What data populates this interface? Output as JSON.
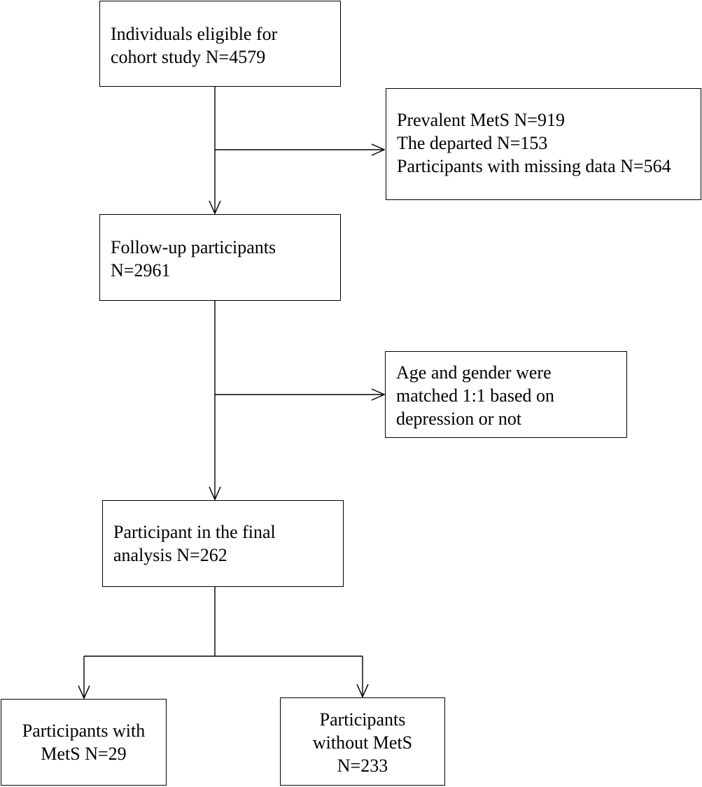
{
  "flowchart": {
    "eligible": {
      "lines": [
        "Individuals eligible for",
        "cohort study N=4579"
      ]
    },
    "excluded": {
      "lines": [
        "Prevalent MetS N=919",
        "The departed N=153",
        "Participants with missing data N=564"
      ]
    },
    "followup": {
      "lines": [
        "Follow-up participants",
        "N=2961"
      ]
    },
    "matched": {
      "lines": [
        "Age and gender were",
        "matched 1:1 based on",
        "depression or not"
      ]
    },
    "final": {
      "lines": [
        "Participant in the final",
        "analysis N=262"
      ]
    },
    "with_mets": {
      "lines": [
        "Participants with",
        "MetS N=29"
      ]
    },
    "without_mets": {
      "lines": [
        "Participants",
        "without MetS",
        "N=233"
      ]
    }
  }
}
